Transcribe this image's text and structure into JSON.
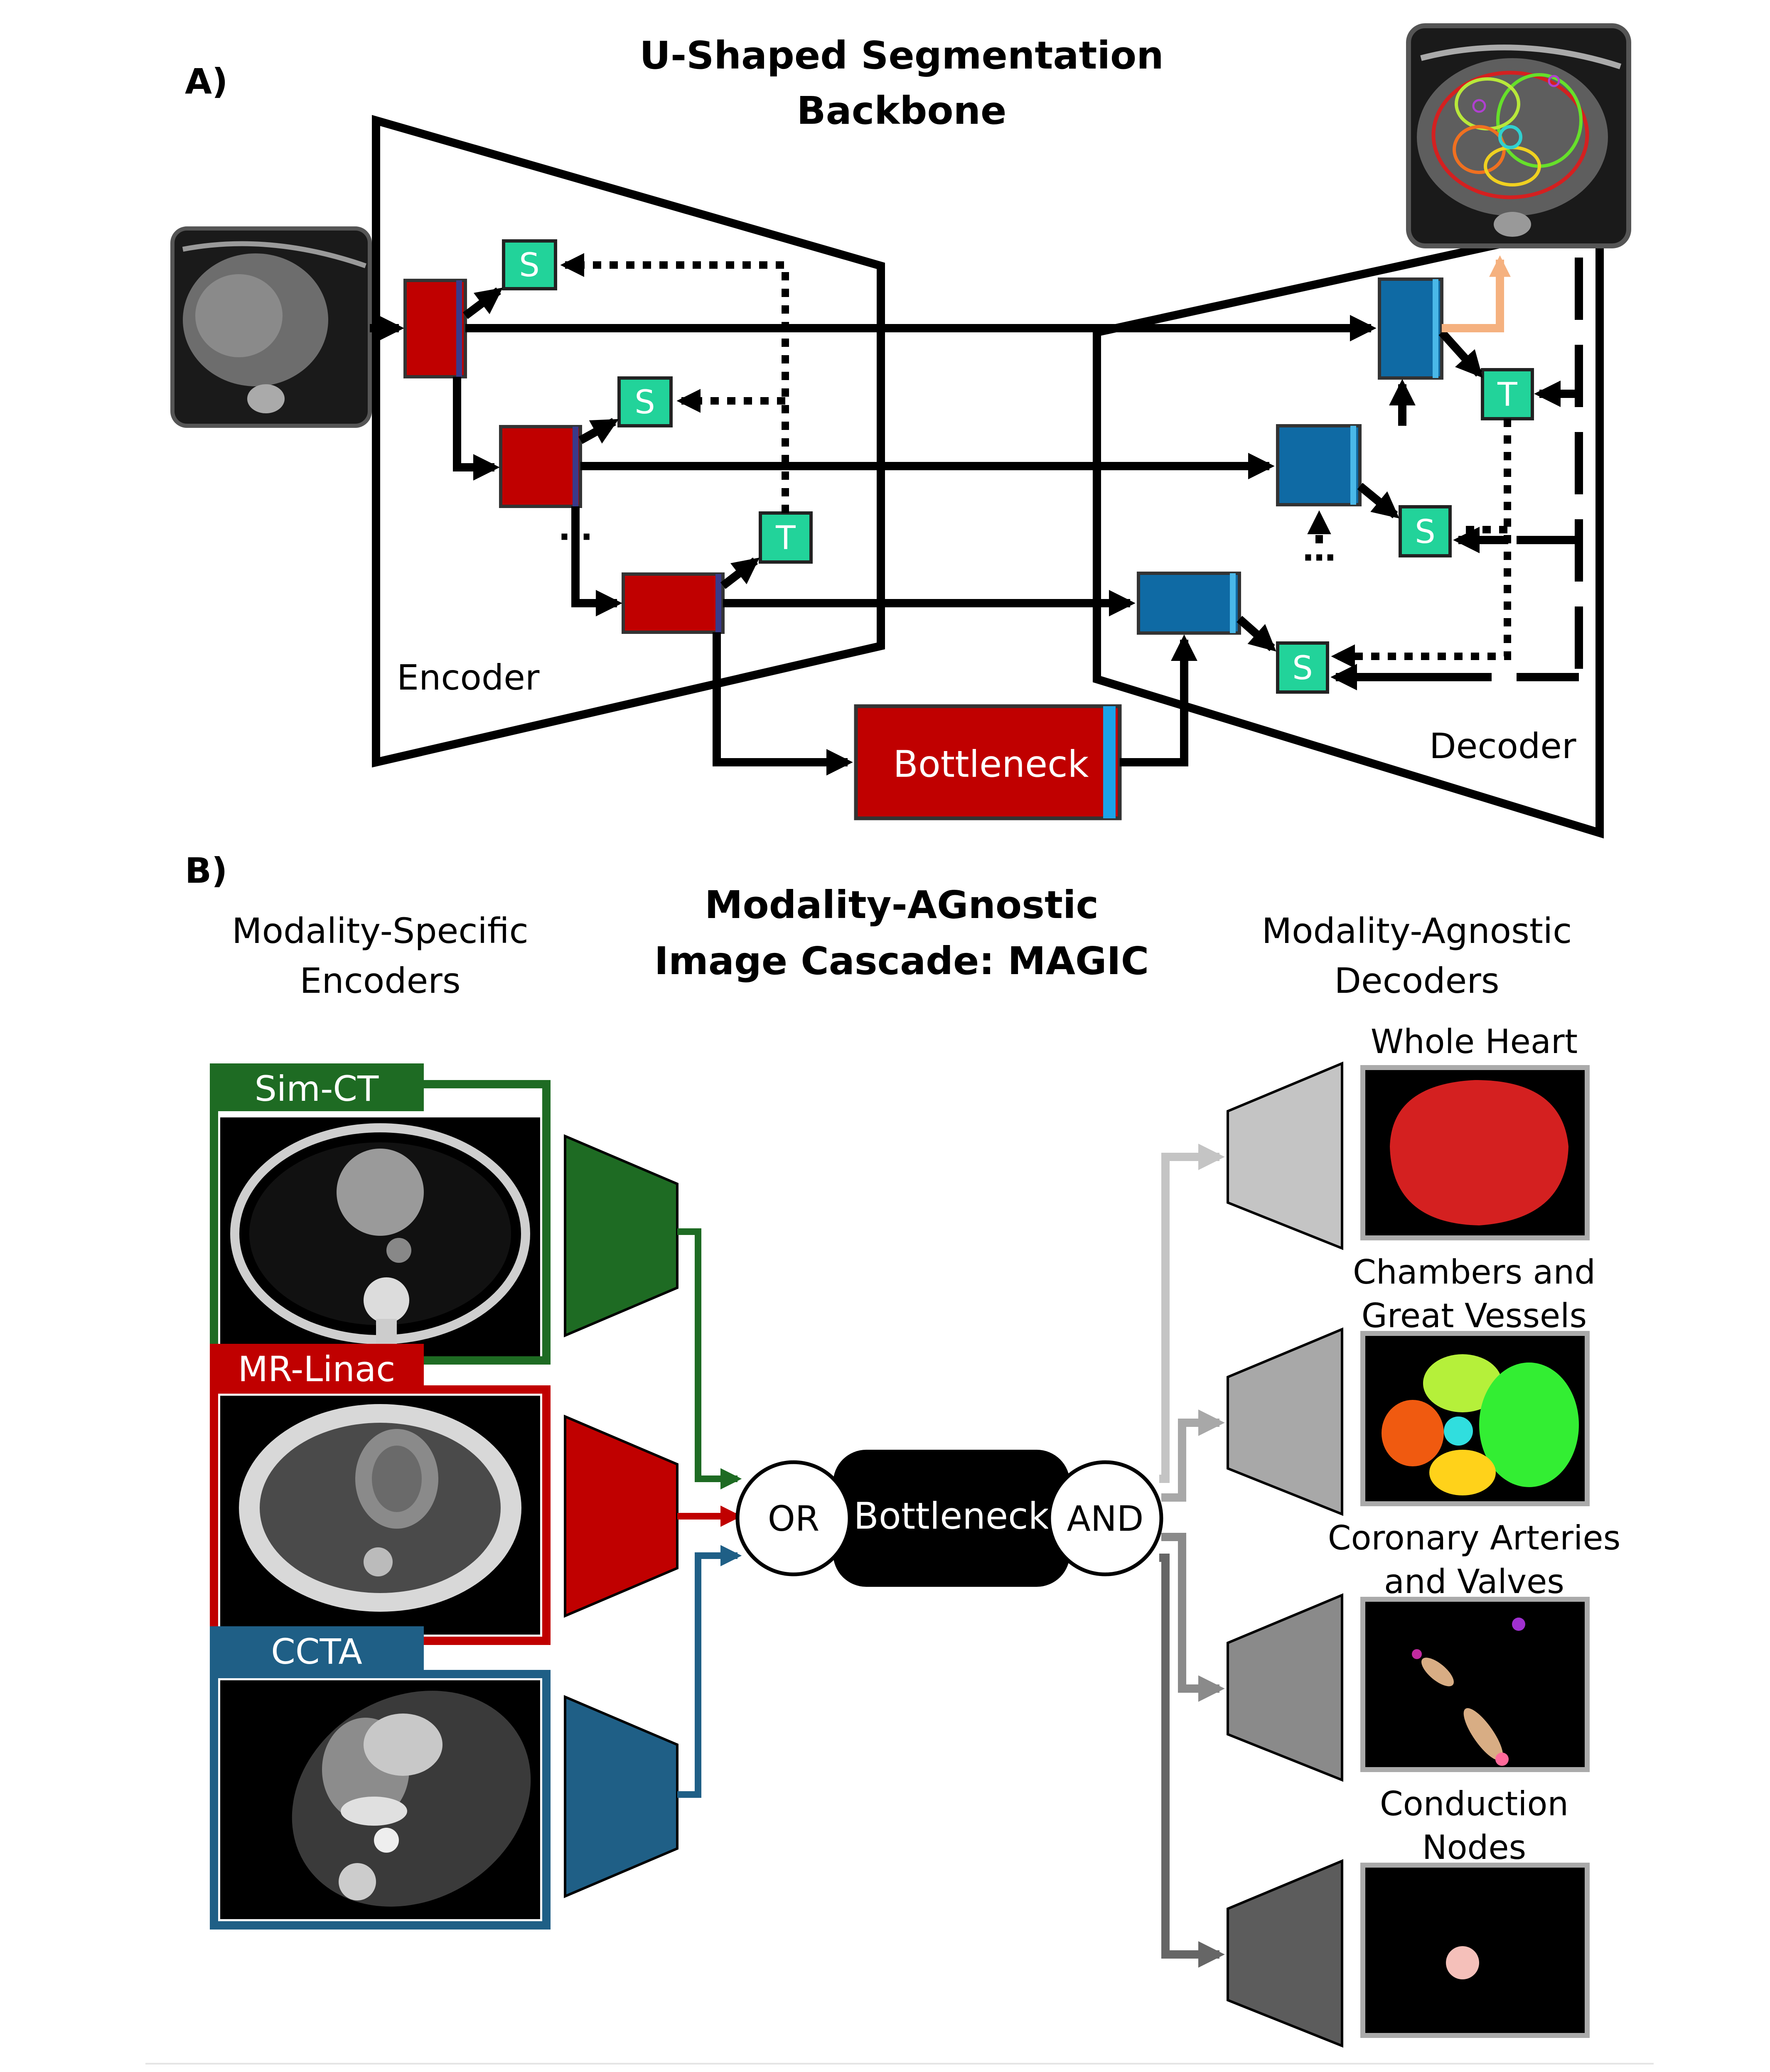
{
  "panel_a": {
    "label": "A)",
    "title_line1": "U-Shaped Segmentation",
    "title_line2": "Backbone",
    "encoder_label": "Encoder",
    "decoder_label": "Decoder",
    "bottleneck_label": "Bottleneck",
    "s_label": "S",
    "t_label": "T",
    "ellipsis": "⋯"
  },
  "panel_b": {
    "label": "B)",
    "title_line1": "Modality-AGnostic",
    "title_line2": "Image Cascade: MAGIC",
    "left_heading_line1": "Modality-Specific",
    "left_heading_line2": "Encoders",
    "right_heading_line1": "Modality-Agnostic",
    "right_heading_line2": "Decoders",
    "or_label": "OR",
    "and_label": "AND",
    "bottleneck_label": "Bottleneck",
    "modalities": [
      {
        "name": "Sim-CT",
        "color": "#1e6b23"
      },
      {
        "name": "MR-Linac",
        "color": "#c00000"
      },
      {
        "name": "CCTA",
        "color": "#1f5f86"
      }
    ],
    "outputs": [
      {
        "line1": "Whole Heart",
        "line2": ""
      },
      {
        "line1": "Chambers and",
        "line2": "Great Vessels"
      },
      {
        "line1": "Coronary Arteries",
        "line2": "and Valves"
      },
      {
        "line1": "Conduction",
        "line2": "Nodes"
      }
    ]
  },
  "colors": {
    "encoder_block": "#c00000",
    "decoder_block": "#0f6aa4",
    "skip_node": "#22d39a",
    "highlight_arrow": "#f5b17f"
  }
}
